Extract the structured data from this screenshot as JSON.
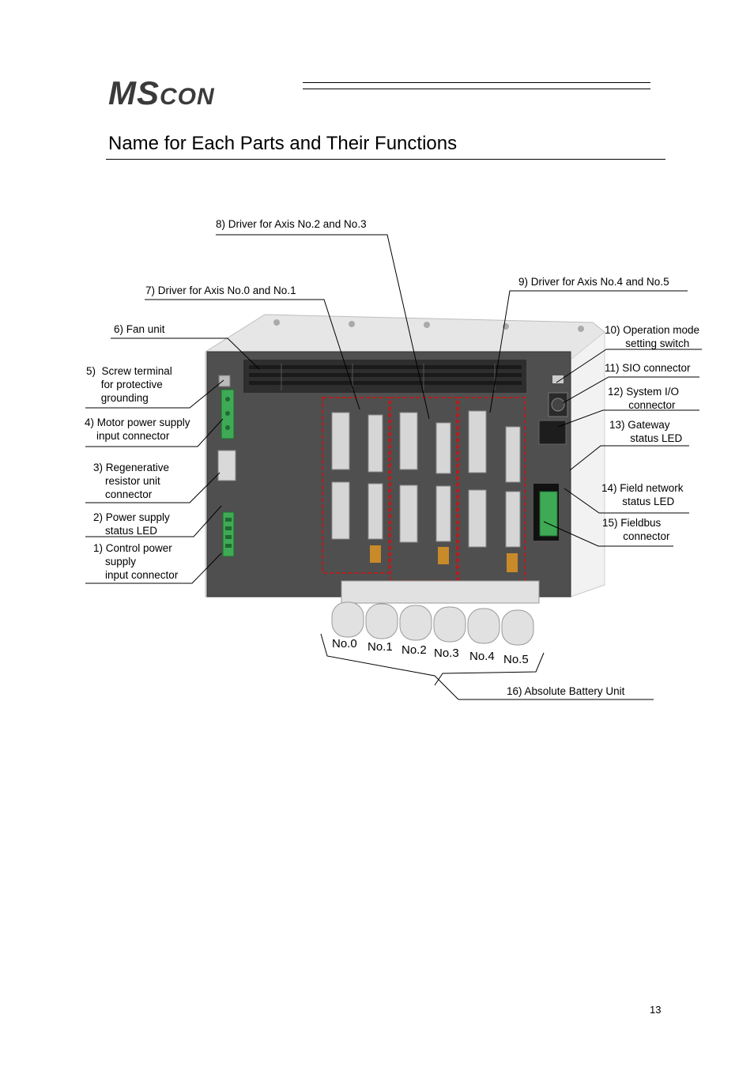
{
  "header": {
    "logo_big": "MS",
    "logo_small": "CON"
  },
  "page_title": "Name for Each Parts and Their Functions",
  "labels": {
    "l1": "1) Control power\n    supply\n    input connector",
    "l2": "2) Power supply\n    status LED",
    "l3": "3) Regenerative\n    resistor unit\n    connector",
    "l4": "4) Motor power supply\n    input connector",
    "l5": "5)  Screw terminal\n     for protective\n     grounding",
    "l6": "6) Fan unit",
    "l7": "7) Driver for Axis No.0 and No.1",
    "l8": "8) Driver for Axis No.2 and No.3",
    "l9": "9) Driver for Axis No.4 and No.5",
    "l10": "10) Operation mode\n       setting switch",
    "l11": "11) SIO connector",
    "l12": "12) System I/O\n       connector",
    "l13": "13) Gateway\n       status LED",
    "l14": "14) Field network\n       status LED",
    "l15": "15) Fieldbus\n       connector",
    "l16": "16) Absolute Battery Unit"
  },
  "axis_numbers": [
    "No.0",
    "No.1",
    "No.2",
    "No.3",
    "No.4",
    "No.5"
  ],
  "page_number": "13",
  "colors": {
    "panel": "#4d4d4d",
    "housing": "#e8e8e8",
    "connector_green": "#3faa55",
    "driver_outline": "#d01010"
  }
}
